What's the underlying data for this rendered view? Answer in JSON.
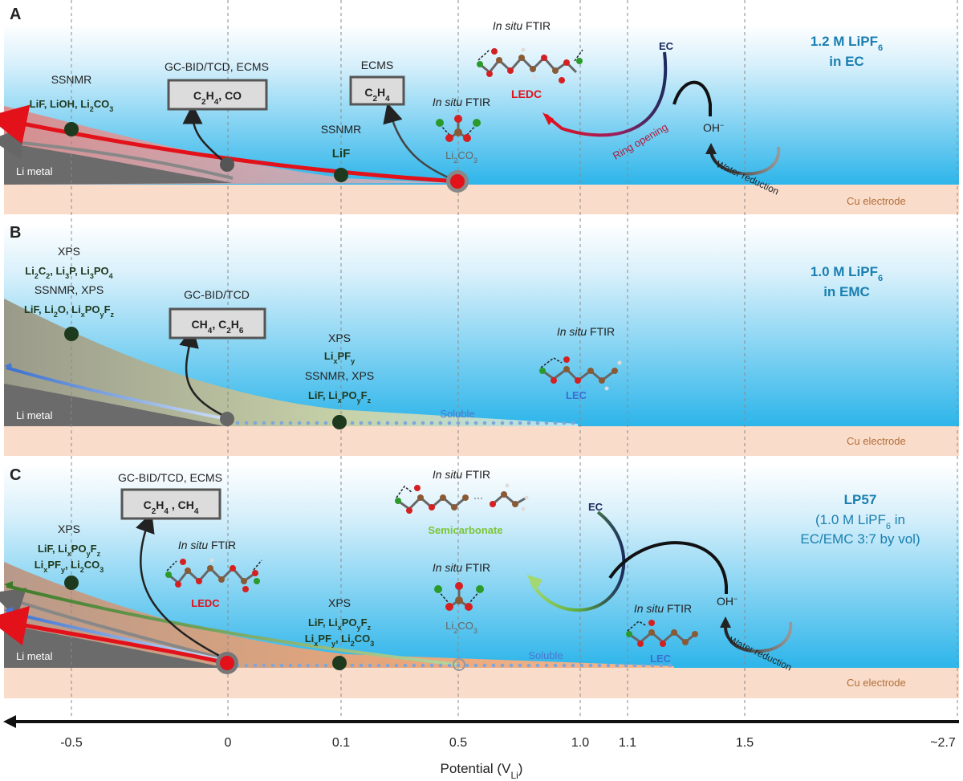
{
  "panels": {
    "A": {
      "letter": "A",
      "electrolyte": "1.2 M LiPF",
      "electrolyte_sub": "6",
      "electrolyte_line2": "in EC",
      "li_metal": "Li metal",
      "cu_electrode": "Cu electrode",
      "ssnmr1_method": "SSNMR",
      "ssnmr1_species": [
        "LiF, LiOH, Li",
        "2",
        "CO",
        "3"
      ],
      "gas1_method": "GC-BID/TCD, ECMS",
      "gas1_box": [
        "C",
        "2",
        "H",
        "4",
        ", CO"
      ],
      "gas2_method": "ECMS",
      "gas2_box": [
        "C",
        "2",
        "H",
        "4"
      ],
      "ssnmr2_method": "SSNMR",
      "ssnmr2_species": "LiF",
      "ftir1_method": [
        "In situ",
        " FTIR"
      ],
      "ftir1_species": [
        "Li",
        "2",
        "CO",
        "3"
      ],
      "ftir2_method": [
        "In situ",
        " FTIR"
      ],
      "ftir2_species": "LEDC",
      "ec_label": "EC",
      "ring_opening": "Ring opening",
      "oh_label": "OH",
      "oh_sup": "−",
      "water_reduction": "Water reduction"
    },
    "B": {
      "letter": "B",
      "electrolyte": "1.0 M LiPF",
      "electrolyte_sub": "6",
      "electrolyte_line2": "in EMC",
      "li_metal": "Li metal",
      "cu_electrode": "Cu electrode",
      "xps1_method": "XPS",
      "xps1_species": [
        "Li",
        "2",
        "C",
        "2",
        ", Li",
        "3",
        "P, Li",
        "3",
        "PO",
        "4"
      ],
      "ssnmr_xps1_method": "SSNMR, XPS",
      "ssnmr_xps1_species": [
        "LiF, Li",
        "2",
        "O, Li",
        "x",
        "PO",
        "y",
        "F",
        "z"
      ],
      "gas_method": "GC-BID/TCD",
      "gas_box": [
        "CH",
        "4",
        ", C",
        "2",
        "H",
        "6"
      ],
      "xps2_method": "XPS",
      "xps2_species": [
        "Li",
        "x",
        "PF",
        "y"
      ],
      "ssnmr_xps2_method": "SSNMR, XPS",
      "ssnmr_xps2_species": [
        "LiF, Li",
        "x",
        "PO",
        "y",
        "F",
        "z"
      ],
      "soluble": "Soluble",
      "ftir_method": [
        "In situ",
        " FTIR"
      ],
      "ftir_species": "LEC"
    },
    "C": {
      "letter": "C",
      "electrolyte_line1": "LP57",
      "electrolyte_line2a": "(1.0 M LiPF",
      "electrolyte_line2_sub": "6",
      "electrolyte_line2b": " in",
      "electrolyte_line3": "EC/EMC 3:7 by vol)",
      "li_metal": "Li metal",
      "cu_electrode": "Cu electrode",
      "gas_method": "GC-BID/TCD, ECMS",
      "gas_box": [
        "C",
        "2",
        "H",
        "4",
        " , CH",
        "4"
      ],
      "xps1_method": "XPS",
      "xps1_species_line1": [
        "LiF, Li",
        "x",
        "PO",
        "y",
        "F",
        "z"
      ],
      "xps1_species_line2": [
        "Li",
        "x",
        "PF",
        "y",
        ", Li",
        "2",
        "CO",
        "3"
      ],
      "ftir1_method": [
        "In situ",
        " FTIR"
      ],
      "ftir1_species": "LEDC",
      "ftir2_method": [
        "In situ",
        " FTIR"
      ],
      "ftir2_species": "Semicarbonate",
      "ellipsis": "···",
      "ftir3_method": [
        "In situ",
        " FTIR"
      ],
      "ftir3_species": [
        "Li",
        "2",
        "CO",
        "3"
      ],
      "xps2_method": "XPS",
      "xps2_species_line1": [
        "LiF, Li",
        "x",
        "PO",
        "y",
        "F",
        "z"
      ],
      "xps2_species_line2": [
        "Li",
        "x",
        "PF",
        "y",
        ", Li",
        "2",
        "CO",
        "3"
      ],
      "soluble": "Soluble",
      "ftir4_method": [
        "In situ",
        " FTIR"
      ],
      "ftir4_species": "LEC",
      "ec_label": "EC",
      "oh_label": "OH",
      "oh_sup": "−",
      "water_reduction": "Water reduction"
    }
  },
  "axis": {
    "ticks": [
      "-0.5",
      "0",
      "0.1",
      "0.5",
      "1.0",
      "1.1",
      "1.5",
      "~2.7"
    ],
    "title": "Potential (V",
    "title_sub": "Li",
    "title_end": ")"
  },
  "colors": {
    "electrolyte_top": "#ffffff",
    "electrolyte_bottom": "#2fb6ea",
    "cu": "#fadccb",
    "li_metal": "#6b6b6b",
    "red_arrow": "#e2111a",
    "blue_arrow": "#4a78d0",
    "green_arrow": "#3d7a28",
    "lime": "#7cc43a",
    "teal_label": "#1a7fb0",
    "dot": "#1e3a1e",
    "atom_c": "#8a5a35",
    "atom_o": "#d42020",
    "atom_li": "#2a9a2a"
  }
}
